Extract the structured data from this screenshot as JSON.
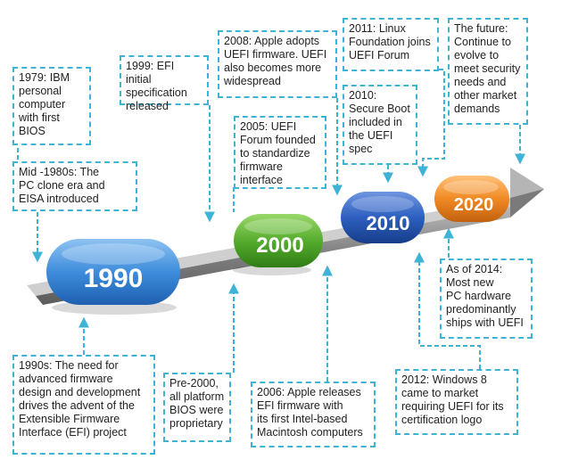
{
  "colors": {
    "accent": "#3fb3d6",
    "pill_1990": "#4a90e2",
    "pill_2000": "#5cb135",
    "pill_2010": "#2f63c2",
    "pill_2020": "#f08a24",
    "arrow": "#8c8c8c"
  },
  "pills": [
    "1990",
    "2000",
    "2010",
    "2020"
  ],
  "events": [
    {
      "id": "e1979",
      "text": "1979: IBM\npersonal\ncomputer\nwith first\nBIOS"
    },
    {
      "id": "e1980s",
      "text": "Mid -1980s: The\nPC clone era and\nEISA introduced"
    },
    {
      "id": "e1999",
      "text": "1999: EFI initial\nspecification\nreleased"
    },
    {
      "id": "e2005",
      "text": "2005: UEFI\nForum founded\nto standardize\nfirmware\ninterface"
    },
    {
      "id": "e2008",
      "text": "2008: Apple adopts\nUEFI firmware. UEFI\nalso becomes more\nwidespread"
    },
    {
      "id": "e2011",
      "text": "2011: Linux\nFoundation joins\nUEFI Forum"
    },
    {
      "id": "e2010",
      "text": "2010:\nSecure Boot\nincluded in\nthe UEFI\nspec"
    },
    {
      "id": "efuture",
      "text": "The future:\nContinue to\nevolve to\nmeet security\nneeds and\nother market\ndemands"
    },
    {
      "id": "e2014",
      "text": "As of 2014:\nMost new\nPC hardware\npredominantly\nships with UEFI"
    },
    {
      "id": "e1990s",
      "text": "1990s: The need for\nadvanced firmware\ndesign and development\ndrives the advent of the\nExtensible Firmware\nInterface (EFI) project"
    },
    {
      "id": "epre2000",
      "text": "Pre-2000,\nall platform\nBIOS were\nproprietary"
    },
    {
      "id": "e2006",
      "text": "2006: Apple releases\nEFI firmware with\nits first Intel-based\nMacintosh computers"
    },
    {
      "id": "e2012",
      "text": "2012: Windows 8\ncame to market\nrequiring UEFI for its\ncertification logo"
    }
  ]
}
